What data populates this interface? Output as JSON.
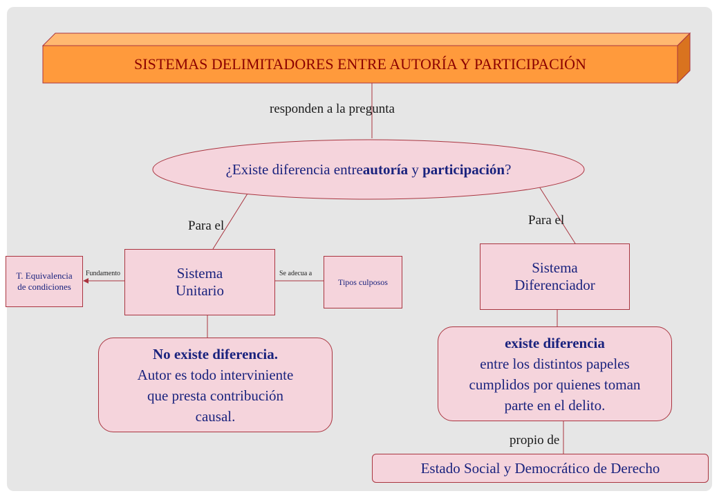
{
  "title": "SISTEMAS DELIMITADORES ENTRE AUTORÍA Y PARTICIPACIÓN",
  "labels": {
    "respond": "responden a la pregunta",
    "para_left": "Para el",
    "para_right": "Para el",
    "fundamento": "Fundamento",
    "se_adecua": "Se adecua a",
    "propio": "propio de"
  },
  "question": {
    "pre": "¿Existe diferencia entre ",
    "term1": "autoría",
    "mid": " y ",
    "term2": "participación",
    "post": "?"
  },
  "unitario": {
    "line1": "Sistema",
    "line2": "Unitario"
  },
  "diferenciador": {
    "line1": "Sistema",
    "line2": "Diferenciador"
  },
  "equivalencia": {
    "line1": "T. Equivalencia",
    "line2": "de condiciones"
  },
  "culposos": "Tipos culposos",
  "no_diff": {
    "heading": "No existe diferencia.",
    "line1": "Autor es todo interviniente",
    "line2": "que presta contribución",
    "line3": "causal."
  },
  "si_diff": {
    "heading": "existe diferencia",
    "line1": "entre los distintos papeles",
    "line2": "cumplidos por quienes toman",
    "line3": "parte en el delito."
  },
  "estado": "Estado Social y Democrático de Derecho",
  "colors": {
    "title_fill": "#ff9a3c",
    "title_top": "#ffb870",
    "title_side": "#d9731f",
    "box_fill": "#f5d4dc",
    "border": "#a9343f",
    "text_dark": "#1a237e",
    "title_text": "#8b0000"
  }
}
